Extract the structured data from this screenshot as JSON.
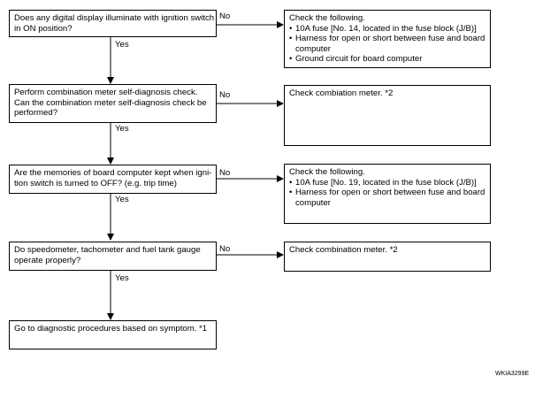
{
  "steps": [
    {
      "question": [
        "Does any digital display illuminate with ignition switch",
        "in ON position?"
      ],
      "no_label": "No",
      "yes_label": "Yes",
      "no_action": {
        "title": "Check the following.",
        "items": [
          "10A fuse [No. 14, located in the fuse block (J/B)]",
          "Harness for open or short between fuse and board computer",
          "Ground circuit for board computer"
        ]
      }
    },
    {
      "question": [
        "Perform combination meter self-diagnosis check.",
        "Can the combination meter self-diagnosis check be",
        "performed?"
      ],
      "no_label": "No",
      "yes_label": "Yes",
      "no_action": {
        "title": "Check combiation meter. *2",
        "items": []
      }
    },
    {
      "question": [
        "Are the memories of board computer kept when igni-",
        "tion switch is turned to OFF? (e.g. trip time)"
      ],
      "no_label": "No",
      "yes_label": "Yes",
      "no_action": {
        "title": "Check the following.",
        "items": [
          "10A fuse [No. 19, located in the fuse block (J/B)]",
          "Harness  for open or short between fuse and board computer"
        ]
      }
    },
    {
      "question": [
        "Do speedometer, tachometer and fuel tank gauge",
        "operate properly?"
      ],
      "no_label": "No",
      "yes_label": "Yes",
      "no_action": {
        "title": "Check combination meter. *2",
        "items": []
      }
    }
  ],
  "final": {
    "text": "Go to diagnostic procedures based on symptom. *1"
  },
  "figure_code": "WKIA3299E"
}
